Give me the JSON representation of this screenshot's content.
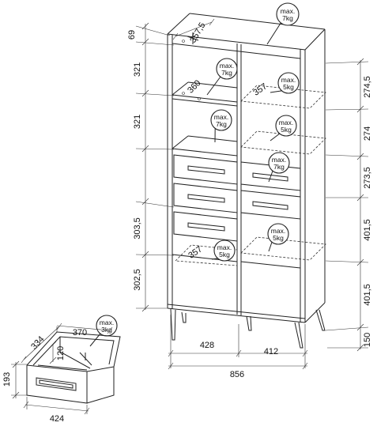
{
  "dimensions": {
    "top_gap": "69",
    "shelf_left_1": "321",
    "shelf_left_2": "321",
    "door_left_1": "303,5",
    "door_left_2": "302,5",
    "right_1": "274,5",
    "right_2": "274",
    "right_3": "273,5",
    "right_4": "401,5",
    "right_5": "401,5",
    "leg_height": "150",
    "top_depth": "357,5",
    "shelf_depth_left": "360",
    "shelf_depth_right": "357",
    "lower_shelf_depth": "357",
    "width_left": "428",
    "width_right": "412",
    "total_width": "856",
    "drawer_depth": "334",
    "drawer_inner": "370",
    "drawer_inner_h": "120",
    "drawer_height": "193",
    "drawer_width": "424"
  },
  "load_tags": [
    {
      "line1": "max.",
      "line2": "7kg"
    },
    {
      "line1": "max.",
      "line2": "7kg"
    },
    {
      "line1": "max.",
      "line2": "5kg"
    },
    {
      "line1": "max.",
      "line2": "7kg"
    },
    {
      "line1": "max.",
      "line2": "5kg"
    },
    {
      "line1": "max.",
      "line2": "7kg"
    },
    {
      "line1": "max.",
      "line2": "5kg"
    },
    {
      "line1": "max.",
      "line2": "5kg"
    },
    {
      "line1": "max.",
      "line2": "3kg"
    }
  ]
}
